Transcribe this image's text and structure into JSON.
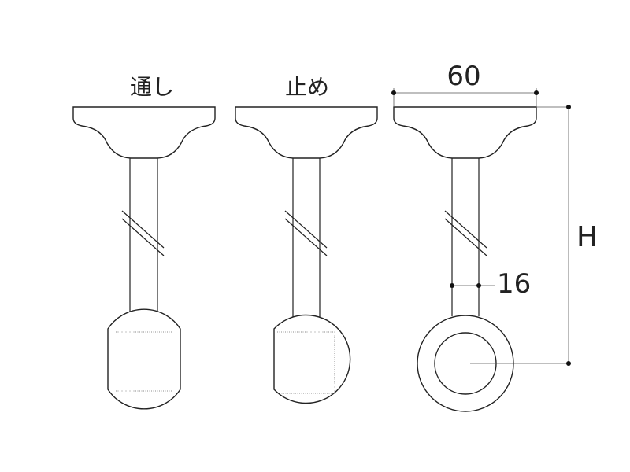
{
  "labels": {
    "through_type": "通し",
    "stop_type": "止め"
  },
  "dimensions": {
    "flange_width": "60",
    "pipe_diameter": "16",
    "height": "H"
  },
  "colors": {
    "line": "#222222",
    "dimension_line": "#555555",
    "background": "#ffffff"
  }
}
